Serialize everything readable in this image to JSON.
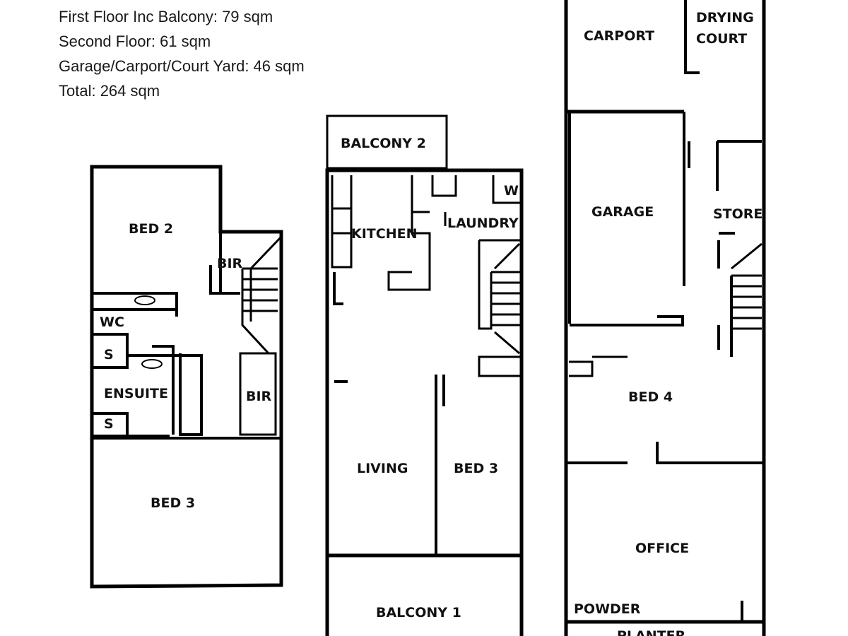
{
  "areas": [
    "First Floor Inc Balcony: 79 sqm",
    "Second Floor: 61 sqm",
    "Garage/Carport/Court Yard: 46 sqm",
    "Total: 264 sqm"
  ],
  "second_floor": {
    "bed2": "BED 2",
    "bir1": "BIR",
    "wc": "WC",
    "s1": "S",
    "ensuite": "ENSUITE",
    "s2": "S",
    "bir2": "BIR",
    "bed3": "BED 3"
  },
  "first_floor": {
    "balcony2": "BALCONY 2",
    "kitchen": "KITCHEN",
    "laundry": "LAUNDRY",
    "w": "W",
    "living": "LIVING",
    "bed3": "BED 3",
    "balcony1": "BALCONY 1"
  },
  "ground_floor": {
    "carport": "CARPORT",
    "drying1": "DRYING",
    "drying2": "COURT",
    "garage": "GARAGE",
    "store": "STORE",
    "bed4": "BED 4",
    "office": "OFFICE",
    "powder": "POWDER",
    "planter": "PLANTER"
  }
}
